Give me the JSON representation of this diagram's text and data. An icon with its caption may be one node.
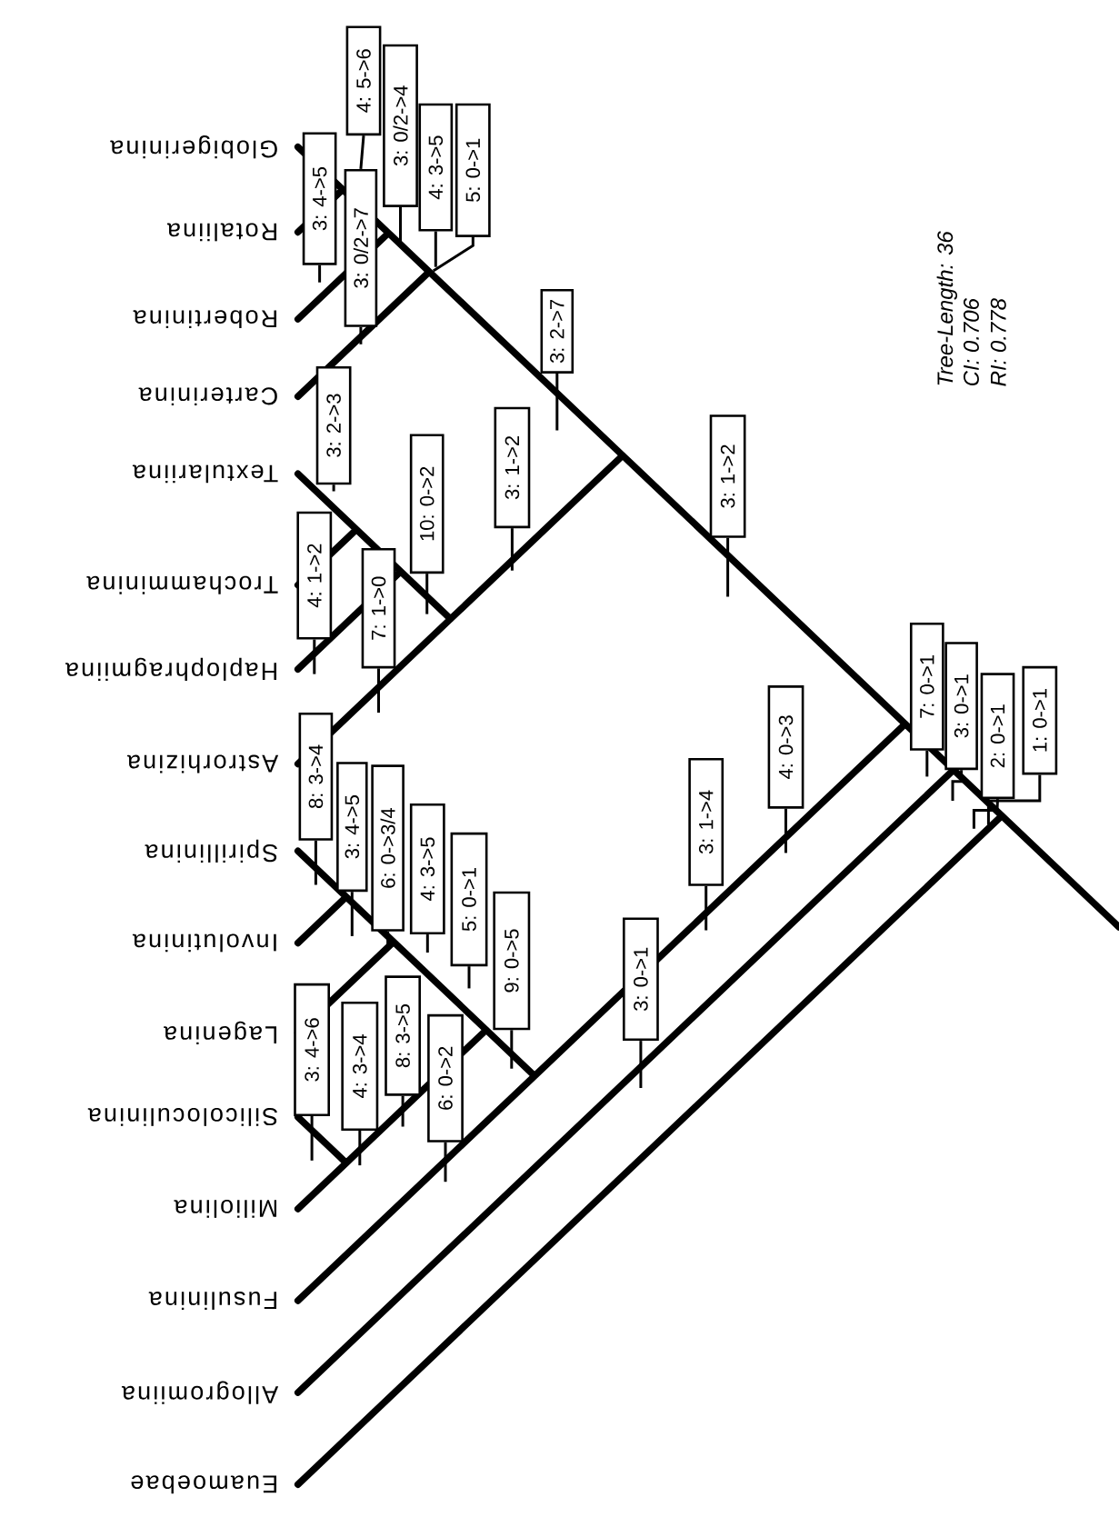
{
  "diagram": {
    "nodes": [
      {
        "text": [
          "4: 5->6"
        ]
      },
      {
        "text": [
          "3: 4->5"
        ]
      },
      {
        "text": [
          "3: 0/2->7"
        ]
      },
      {
        "text": [
          "3: 0/2->4"
        ]
      },
      {
        "text": [
          "4: 3->5"
        ]
      },
      {
        "text": [
          "5: 0->1"
        ]
      },
      {
        "text": [
          "3: 2->3"
        ]
      },
      {
        "text": [
          "3: 2->7"
        ]
      },
      {
        "text": [
          "3: 1->2"
        ]
      },
      {
        "text": [
          "10: 0->2"
        ]
      },
      {
        "text": [
          "4: 1->2"
        ]
      },
      {
        "text": [
          "7: 1->0"
        ]
      },
      {
        "text": [
          "3: 1->2"
        ]
      },
      {
        "text": [
          "7: 0->1"
        ]
      },
      {
        "text": [
          "3: 0->1"
        ]
      },
      {
        "text": [
          "2: 0->1"
        ]
      },
      {
        "text": [
          "1: 0->1"
        ]
      },
      {
        "text": [
          "4: 0->3"
        ]
      },
      {
        "text": [
          "8: 3->4"
        ]
      },
      {
        "text": [
          "3: 4->5"
        ]
      },
      {
        "text": [
          "6: 0->3/4"
        ]
      },
      {
        "text": [
          "3: 1->4"
        ]
      },
      {
        "text": [
          "4: 3->5"
        ]
      },
      {
        "text": [
          "5: 0->1"
        ]
      },
      {
        "text": [
          "9: 0->5"
        ]
      },
      {
        "text": [
          "3: 0->1"
        ]
      },
      {
        "text": [
          "8: 3->5"
        ]
      },
      {
        "text": [
          "3: 4->6"
        ]
      },
      {
        "text": [
          "4: 3->4"
        ]
      },
      {
        "text": [
          "6: 0->2"
        ]
      }
    ],
    "edges": [
      {
        "from": 0,
        "to": 2,
        "arrow": "none"
      },
      {
        "from": 1,
        "to": null,
        "arrow": "none"
      },
      {
        "from": 2,
        "to": null,
        "arrow": "none"
      },
      {
        "from": 3,
        "to": null,
        "arrow": "none"
      },
      {
        "from": 4,
        "to": null,
        "arrow": "none"
      },
      {
        "from": 5,
        "to": null,
        "arrow": "none"
      },
      {
        "from": 6,
        "to": null,
        "arrow": "none"
      },
      {
        "from": 7,
        "to": null,
        "arrow": "none"
      },
      {
        "from": 8,
        "to": null,
        "arrow": "none"
      },
      {
        "from": 9,
        "to": null,
        "arrow": "none"
      },
      {
        "from": 10,
        "to": null,
        "arrow": "none"
      },
      {
        "from": 11,
        "to": null,
        "arrow": "none"
      },
      {
        "from": 12,
        "to": null,
        "arrow": "none"
      },
      {
        "from": 13,
        "to": null,
        "arrow": "none"
      },
      {
        "from": 14,
        "to": null,
        "arrow": "none"
      },
      {
        "from": 15,
        "to": null,
        "arrow": "none"
      },
      {
        "from": 16,
        "to": null,
        "arrow": "none"
      },
      {
        "from": 17,
        "to": null,
        "arrow": "none"
      },
      {
        "from": 18,
        "to": null,
        "arrow": "none"
      },
      {
        "from": 19,
        "to": null,
        "arrow": "none"
      },
      {
        "from": 20,
        "to": null,
        "arrow": "none"
      },
      {
        "from": 21,
        "to": null,
        "arrow": "none"
      },
      {
        "from": 22,
        "to": null,
        "arrow": "none"
      },
      {
        "from": 23,
        "to": null,
        "arrow": "none"
      },
      {
        "from": 24,
        "to": null,
        "arrow": "none"
      },
      {
        "from": 25,
        "to": null,
        "arrow": "none"
      },
      {
        "from": 26,
        "to": null,
        "arrow": "none"
      },
      {
        "from": 27,
        "to": null,
        "arrow": "none"
      },
      {
        "from": 28,
        "to": null,
        "arrow": "none"
      },
      {
        "from": 29,
        "to": null,
        "arrow": "none"
      }
    ],
    "labels": [
      "Globigerinina",
      "Rotaliina",
      "Robertinina",
      "Carterinina",
      "Textulariina",
      "Trochamminina",
      "Haplophragmiina",
      "Astrorhizina",
      "Spirillinina",
      "Involutinina",
      "Lagenina",
      "Silicoloculinina",
      "Miliolina",
      "Fusulinina",
      "Allogromiina",
      "Euamoebae",
      "Tree-Length:  36",
      "CI: 0.706",
      "RI: 0.778"
    ]
  }
}
